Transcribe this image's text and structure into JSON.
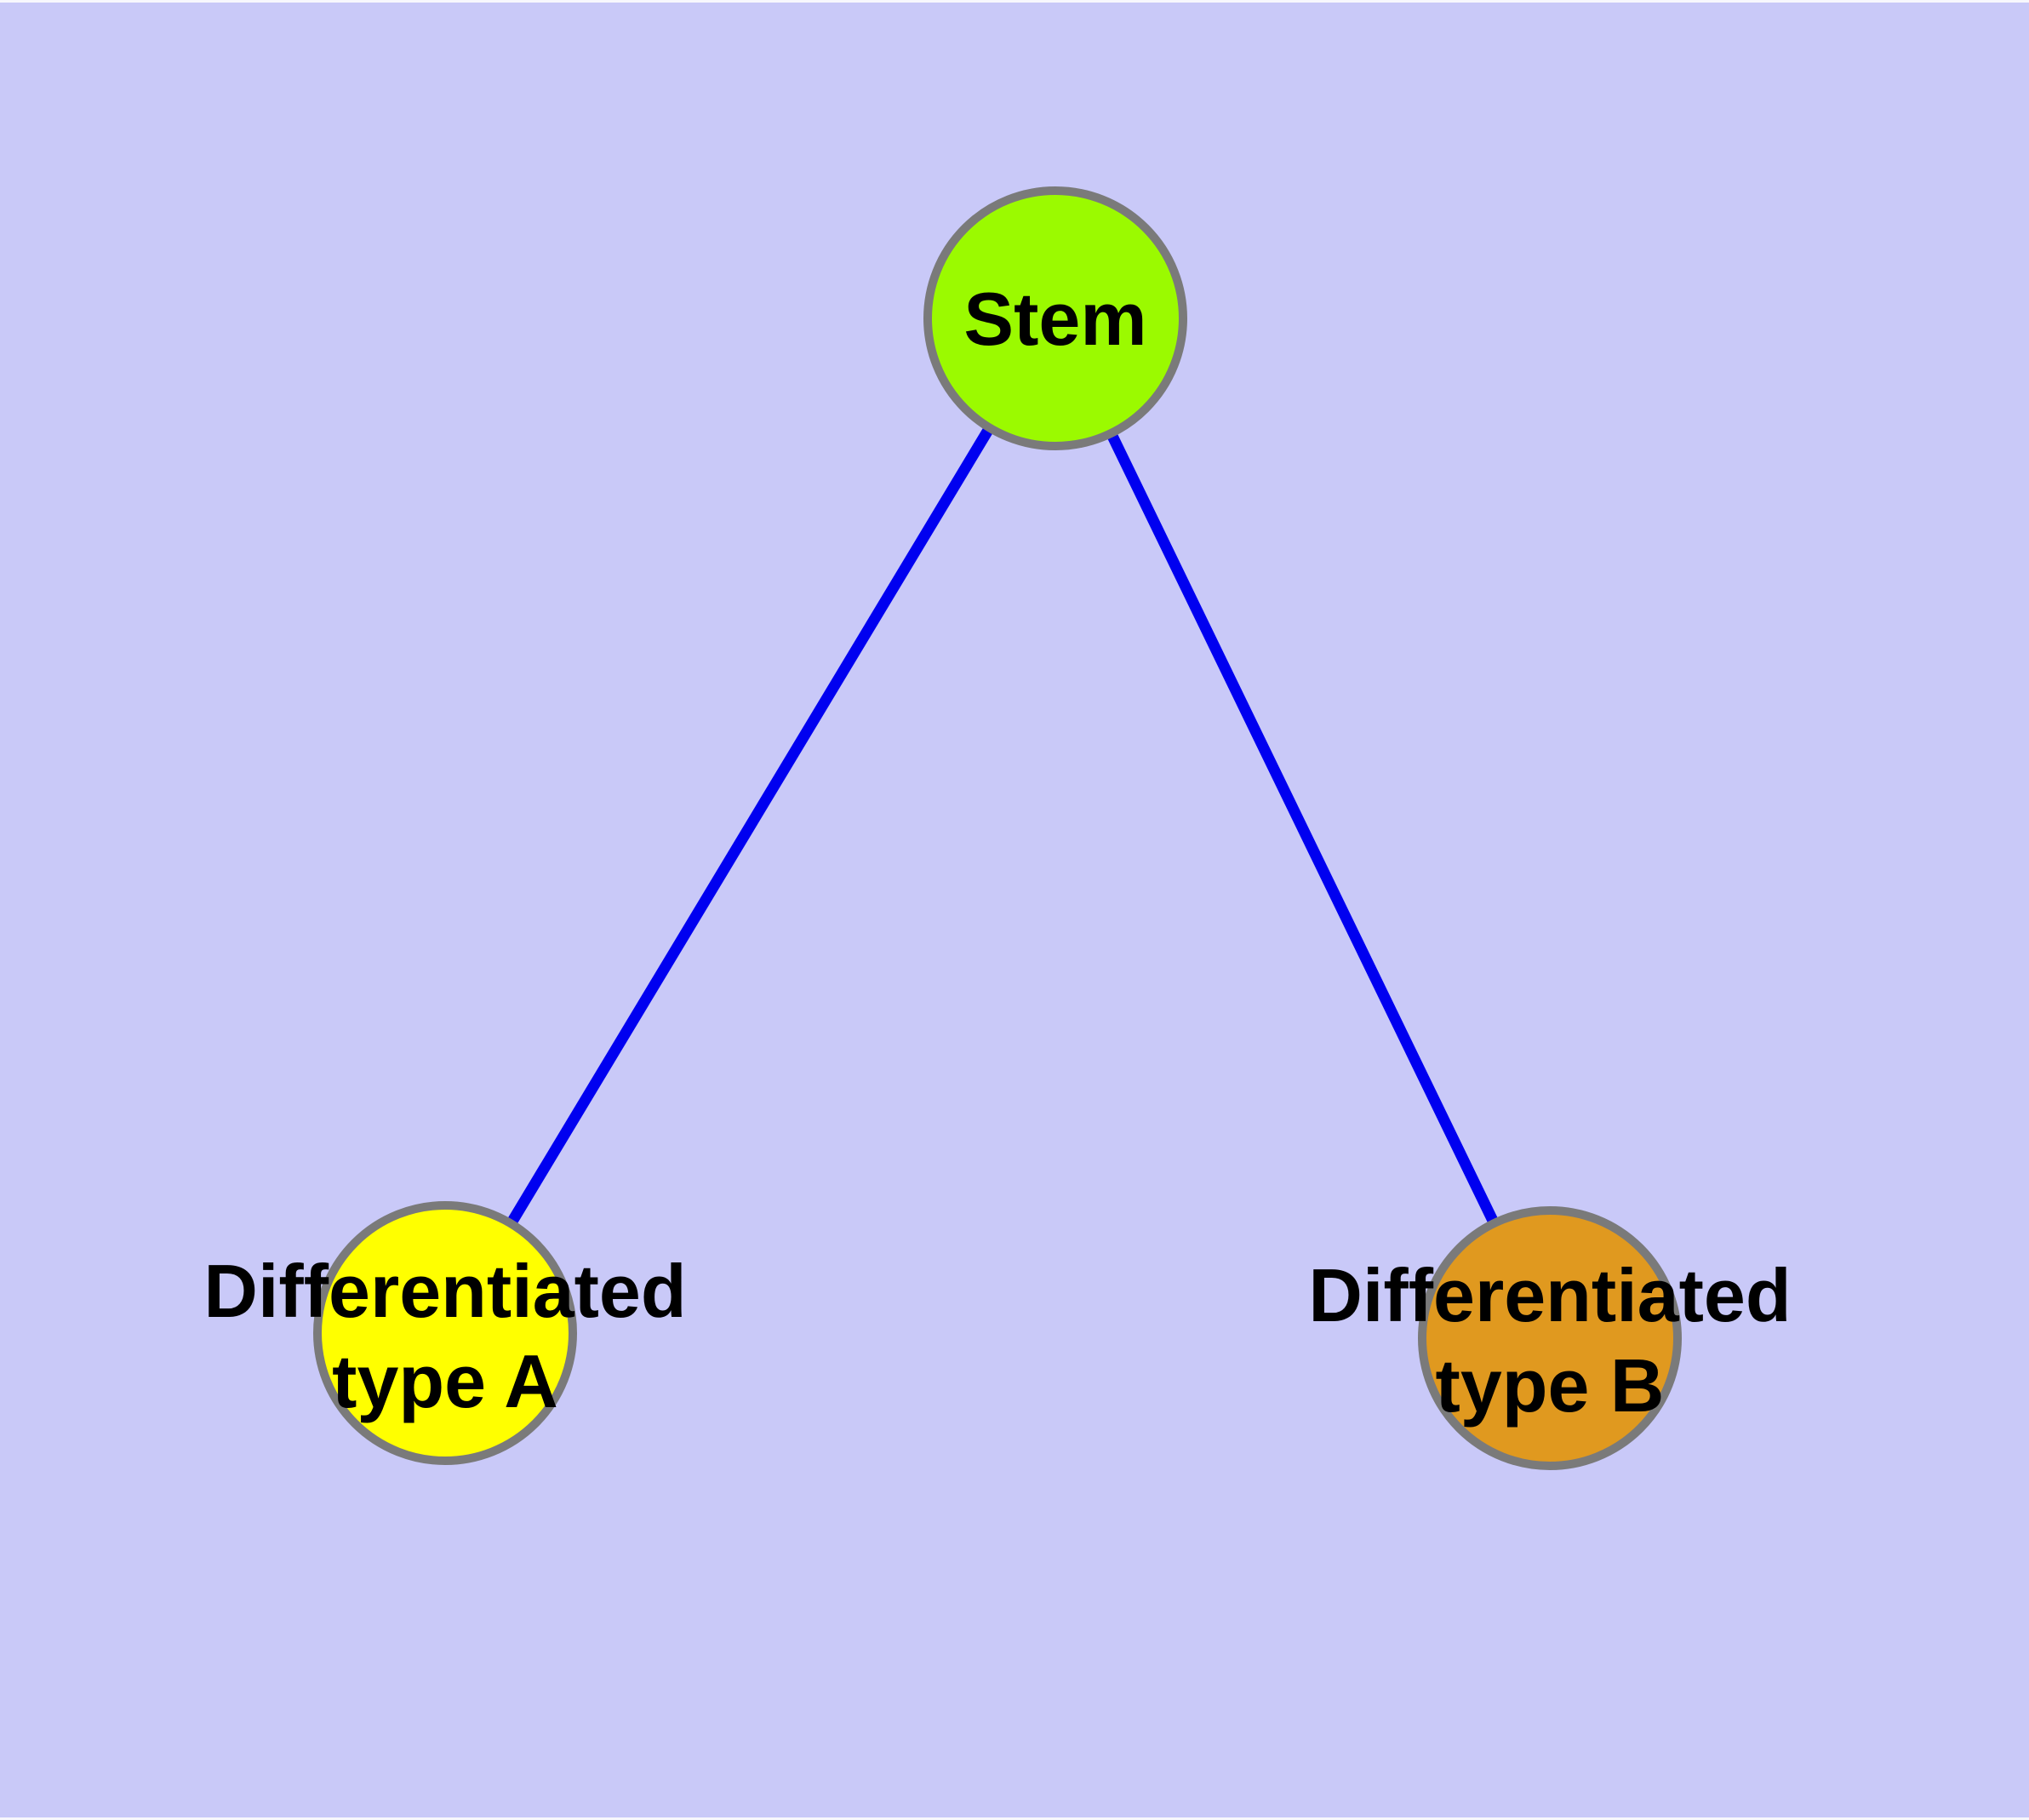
{
  "diagram": {
    "type": "node-link-graph",
    "background_color": "#c9c9f8",
    "edge_color": "#0000f0",
    "node_border_color": "#7a7a7a",
    "label_color": "#000000",
    "nodes": [
      {
        "id": "stem",
        "label": "Stem",
        "label_lines": [
          "Stem"
        ],
        "color": "#9bfa00"
      },
      {
        "id": "differentiated-type-a",
        "label": "Differentiated type A",
        "label_lines": [
          "Differentiated",
          "type A"
        ],
        "color": "#ffff00"
      },
      {
        "id": "differentiated-type-b",
        "label": "Differentiated type B",
        "label_lines": [
          "Differentiated",
          "type B"
        ],
        "color": "#e0991f"
      }
    ],
    "edges": [
      {
        "from": "Stem",
        "to": "Differentiated type A"
      },
      {
        "from": "Stem",
        "to": "Differentiated type B"
      }
    ]
  }
}
